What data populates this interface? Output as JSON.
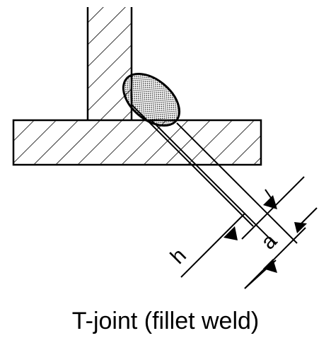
{
  "caption": "T-joint (fillet weld)",
  "dimensions": {
    "throat_label": "a",
    "leg_label": "h"
  },
  "colors": {
    "ink": "#000000",
    "background": "#ffffff",
    "weld_stipple": "#000000"
  }
}
